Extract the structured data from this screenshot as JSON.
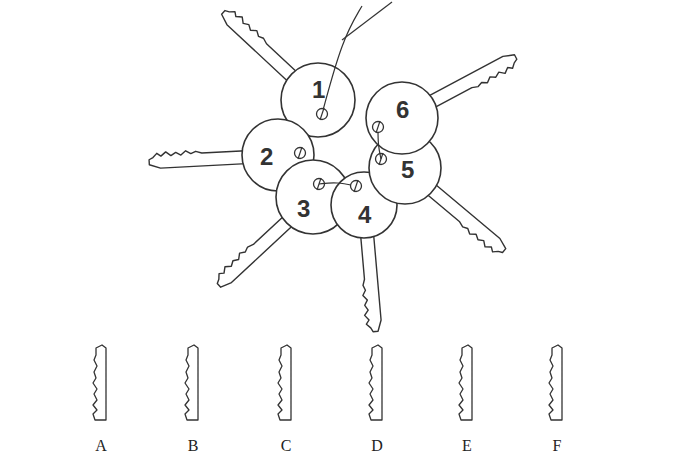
{
  "diagram": {
    "nodes": [
      {
        "text": [
          "1"
        ]
      },
      {
        "text": [
          "2"
        ]
      },
      {
        "text": [
          "3"
        ]
      },
      {
        "text": [
          "4"
        ]
      },
      {
        "text": [
          "5"
        ]
      },
      {
        "text": [
          "6"
        ]
      }
    ],
    "labels": [
      "A",
      "B",
      "C",
      "D",
      "E",
      "F"
    ]
  }
}
